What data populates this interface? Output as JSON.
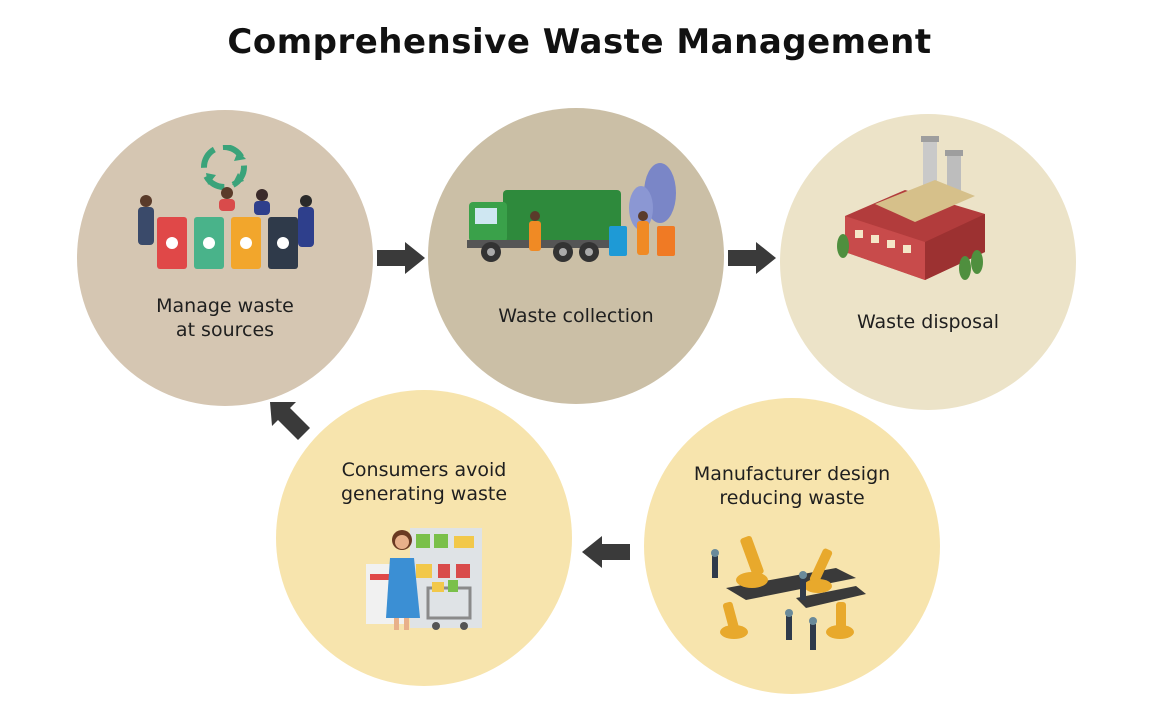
{
  "title": "Comprehensive Waste Management",
  "nodes": [
    {
      "id": "manage",
      "label_line1": "Manage waste",
      "label_line2": "at sources",
      "color": "#d5c6b2"
    },
    {
      "id": "collection",
      "label_line1": "Waste collection",
      "color": "#cbbfa6"
    },
    {
      "id": "disposal",
      "label_line1": "Waste disposal",
      "color": "#ece3c8"
    },
    {
      "id": "manufacturer",
      "label_line1": "Manufacturer design",
      "label_line2": "reducing waste",
      "color": "#f7e4ad"
    },
    {
      "id": "consumers",
      "label_line1": "Consumers avoid",
      "label_line2": "generating waste",
      "color": "#f7e4ad"
    }
  ],
  "arrow_color": "#3a3a3a",
  "icons": [
    "recycling-bins-icon",
    "garbage-truck-icon",
    "factory-icon",
    "robot-assembly-line-icon",
    "shopper-cart-icon"
  ]
}
